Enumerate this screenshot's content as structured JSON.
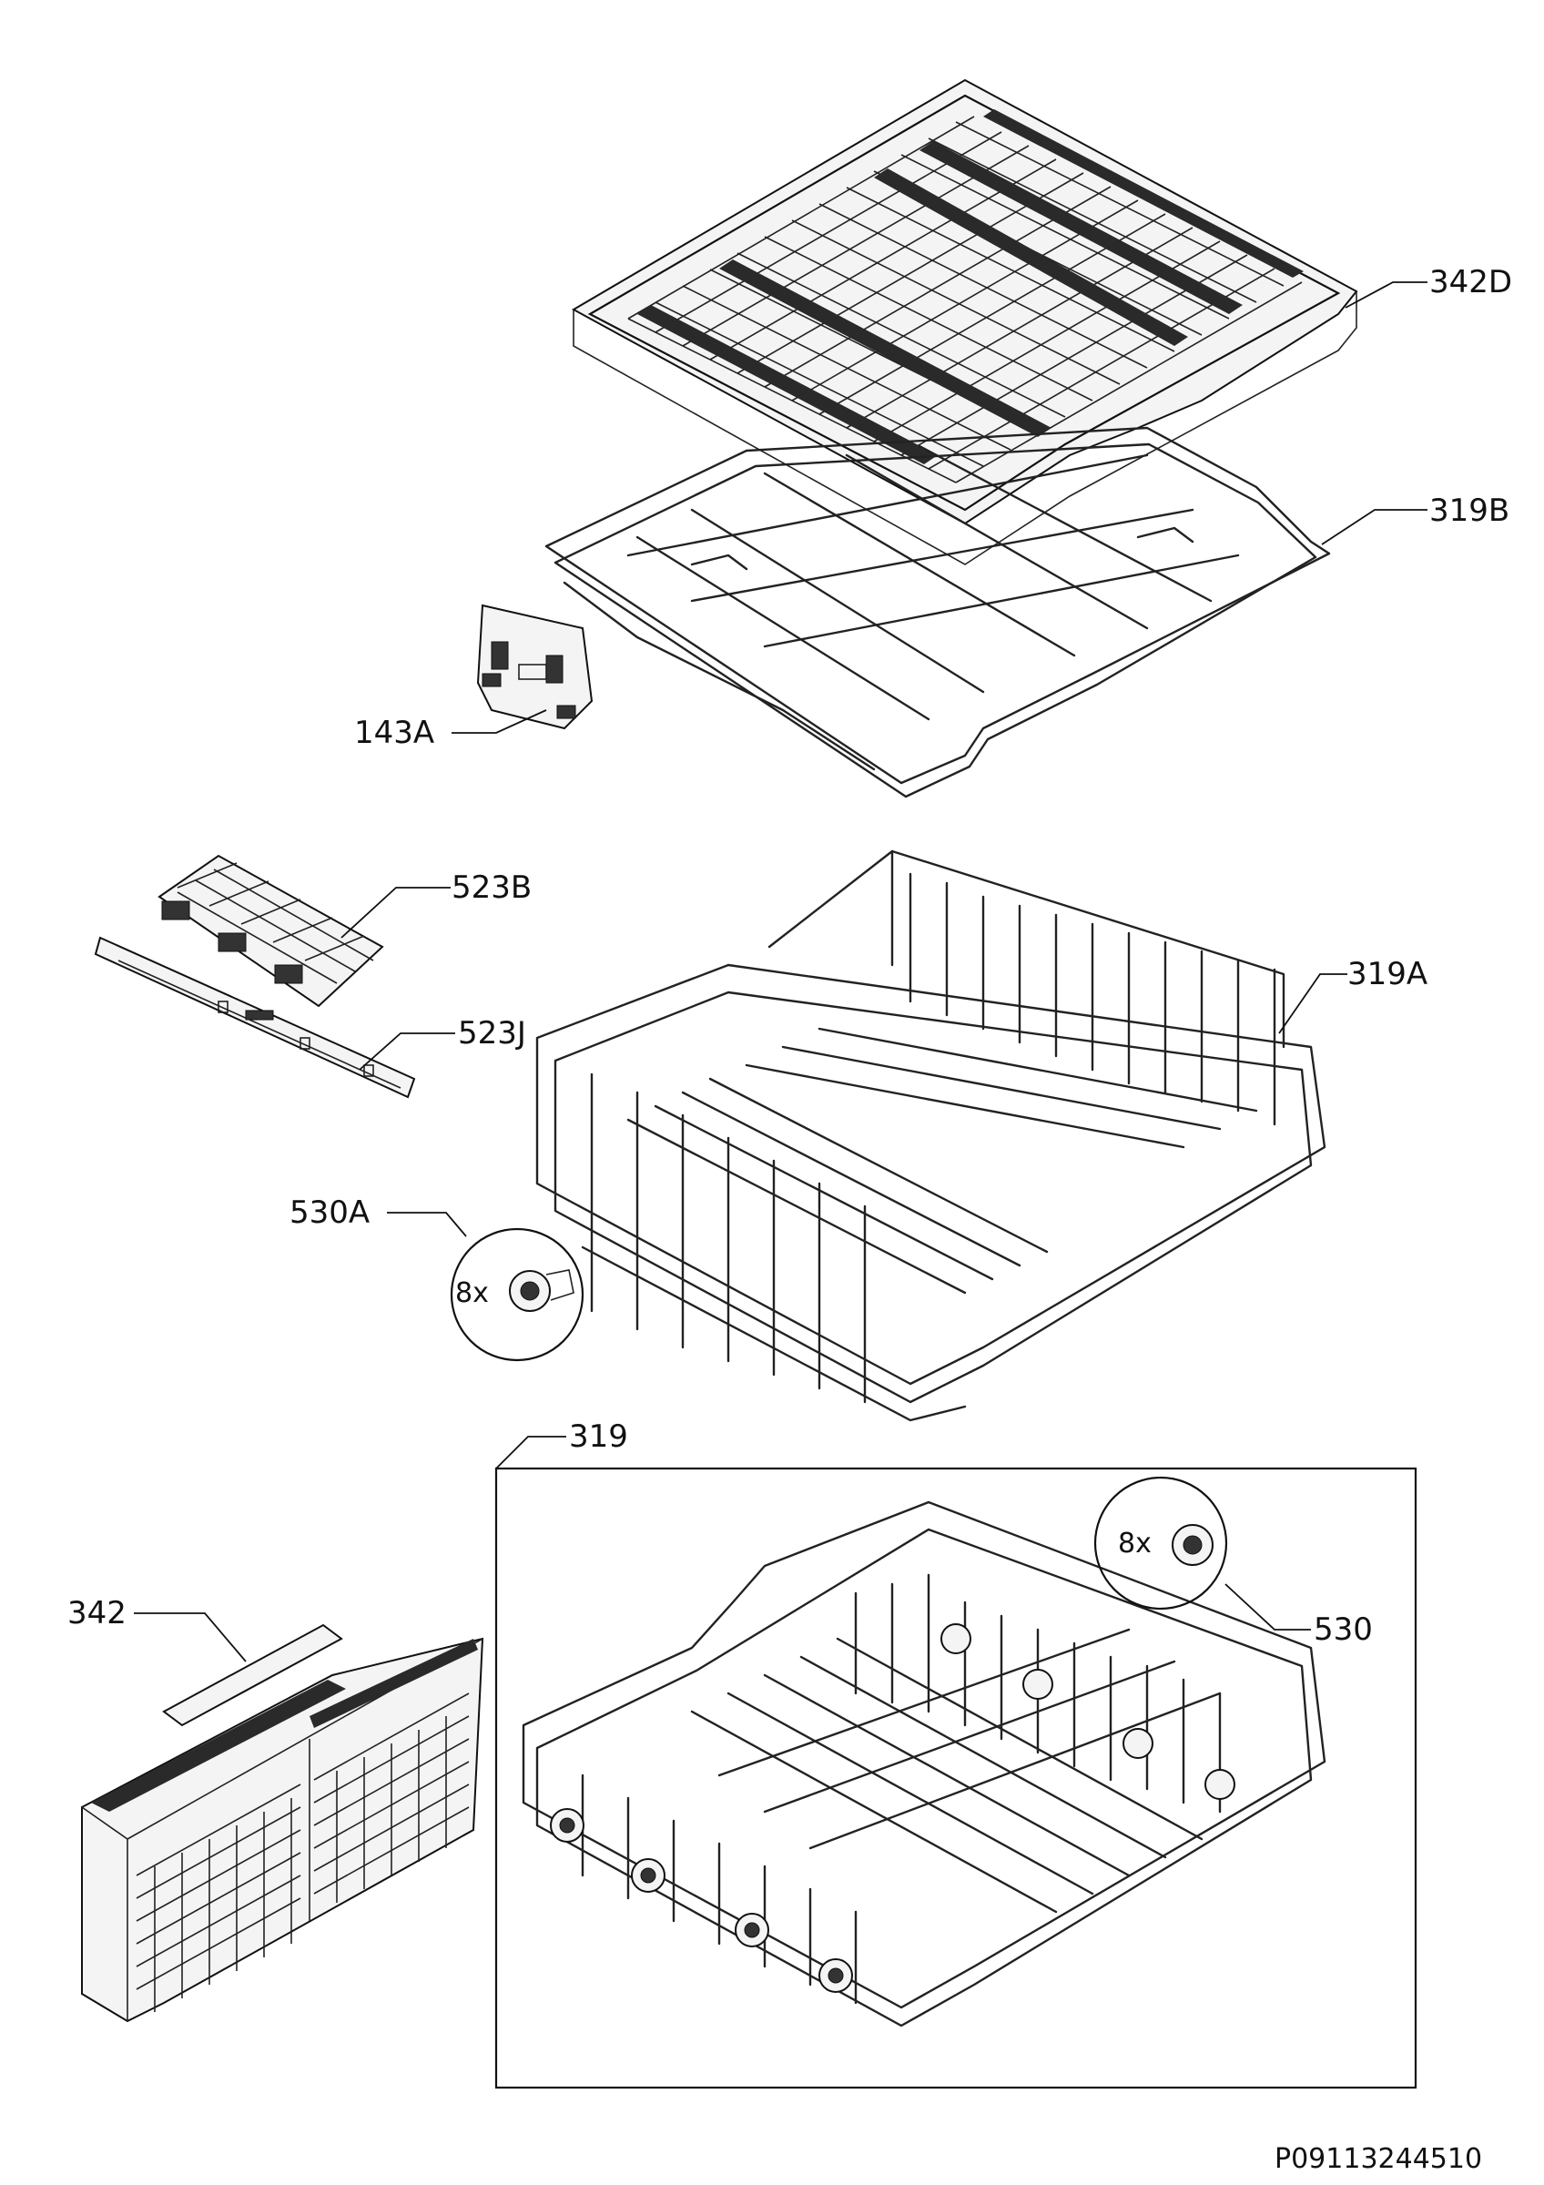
{
  "diagram": {
    "callouts": [
      {
        "id": "342D",
        "label": "342D"
      },
      {
        "id": "319B",
        "label": "319B"
      },
      {
        "id": "143A",
        "label": "143A"
      },
      {
        "id": "523B",
        "label": "523B"
      },
      {
        "id": "319A",
        "label": "319A"
      },
      {
        "id": "523J",
        "label": "523J"
      },
      {
        "id": "530A",
        "label": "530A"
      },
      {
        "id": "319",
        "label": "319"
      },
      {
        "id": "342",
        "label": "342"
      },
      {
        "id": "530",
        "label": "530"
      }
    ],
    "quantities": {
      "wheel_530A": "8x",
      "wheel_530": "8x"
    },
    "document_id": "P09113244510"
  }
}
